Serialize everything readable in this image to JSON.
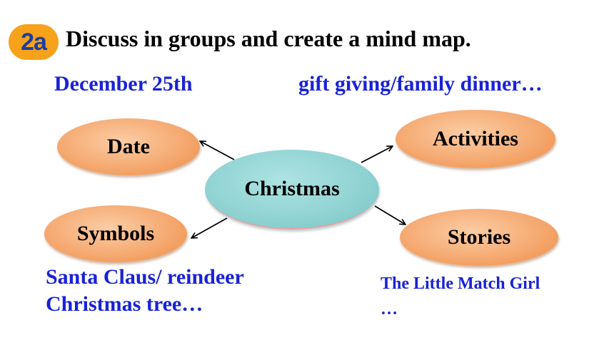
{
  "badge": "2a",
  "heading": "Discuss in groups and create a mind map.",
  "center": "Christmas",
  "nodes": {
    "date": "Date",
    "activities": "Activities",
    "symbols": "Symbols",
    "stories": "Stories"
  },
  "notes": {
    "date": "December 25th",
    "activities": "gift giving/family dinner…",
    "symbols": [
      "Santa Claus/ reindeer",
      "Christmas tree…"
    ],
    "stories": [
      "The Little Match Girl",
      "…"
    ]
  },
  "colors": {
    "badge": "#f7a21b",
    "badge_text": "#1b3fa0",
    "note_text": "#1a22d6",
    "node_orange": "#f5aa72",
    "node_center": "#8fd2d2"
  }
}
